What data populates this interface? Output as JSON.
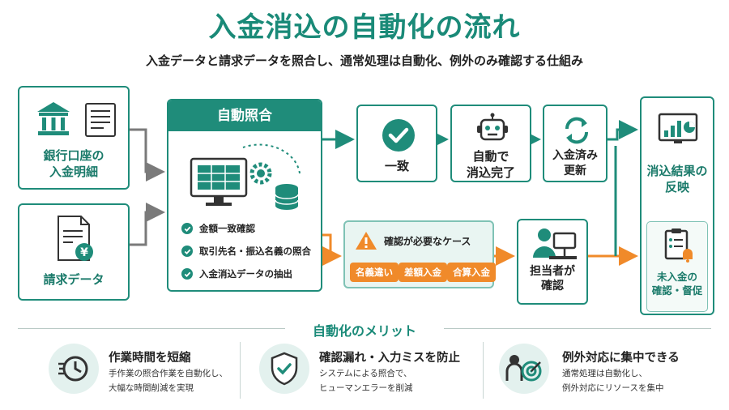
{
  "header": {
    "title": "入金消込の自動化の流れ",
    "subtitle": "入金データと請求データを照合し、通常処理は自動化、例外のみ確認する仕組み"
  },
  "inputs": {
    "bank": {
      "line1": "銀行口座の",
      "line2": "入金明細"
    },
    "invoice": {
      "line1": "請求データ"
    }
  },
  "matching": {
    "title": "自動照合",
    "checks": [
      "金額一致確認",
      "取引先名・振込名義の照合",
      "入金消込データの抽出"
    ]
  },
  "flow_top": {
    "match": "一致",
    "auto": {
      "line1": "自動で",
      "line2": "消込完了"
    },
    "update": {
      "line1": "入金済み",
      "line2": "更新"
    }
  },
  "flow_bottom": {
    "case_title": "確認が必要なケース",
    "tags": [
      "名義違い",
      "差額入金",
      "合算入金"
    ],
    "staff": {
      "line1": "担当者が",
      "line2": "確認"
    }
  },
  "result": {
    "reflect": {
      "line1": "消込結果の",
      "line2": "反映"
    },
    "followup": {
      "line1": "未入金の",
      "line2": "確認・督促"
    }
  },
  "merits": {
    "title": "自動化のメリット",
    "items": [
      {
        "head": "作業時間を短縮",
        "body1": "手作業の照合作業を自動化し、",
        "body2": "大幅な時間削減を実現"
      },
      {
        "head": "確認漏れ・入力ミスを防止",
        "body1": "システムによる照合で、",
        "body2": "ヒューマンエラーを削減"
      },
      {
        "head": "例外対応に集中できる",
        "body1": "通常処理は自動化し、",
        "body2": "例外対応にリソースを集中"
      }
    ]
  },
  "colors": {
    "teal": "#1f8c7a",
    "orange": "#f08a2a",
    "grey": "#7a7a7a",
    "light": "#e9f5f2"
  }
}
